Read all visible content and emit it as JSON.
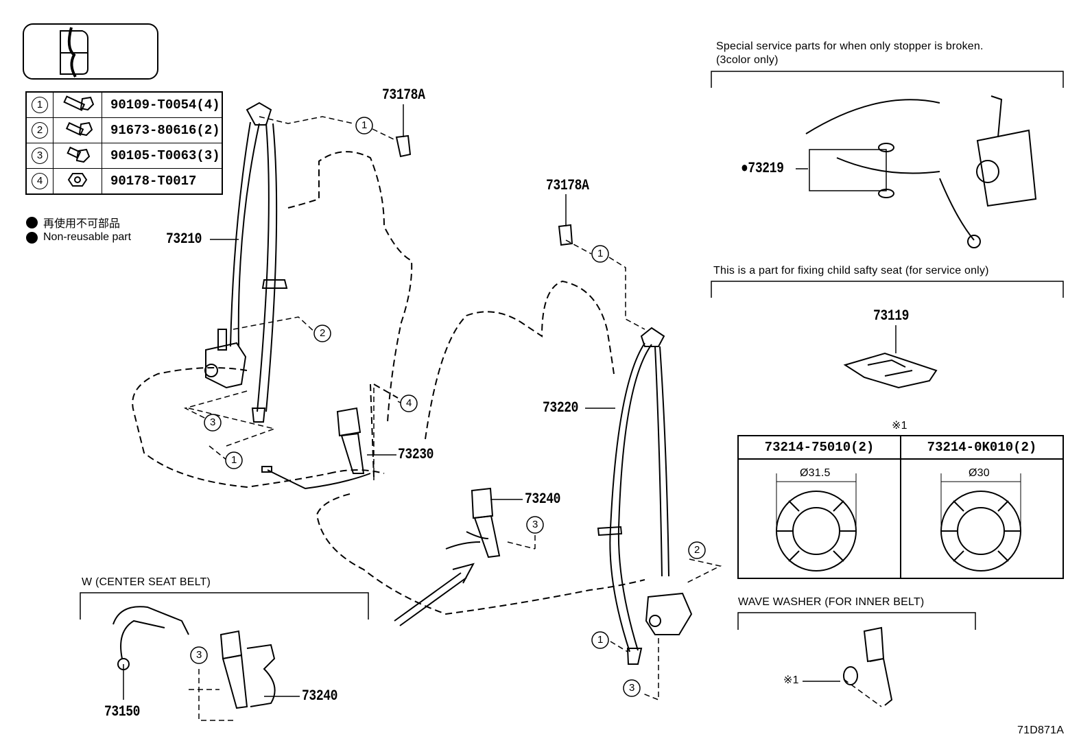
{
  "bolt_table": [
    {
      "num": "1",
      "code": "90109-T0054(4)",
      "icon": "bolt-long-icon"
    },
    {
      "num": "2",
      "code": "91673-80616(2)",
      "icon": "bolt-medium-icon"
    },
    {
      "num": "3",
      "code": "90105-T0063(3)",
      "icon": "bolt-short-icon"
    },
    {
      "num": "4",
      "code": "90178-T0017",
      "icon": "nut-icon"
    }
  ],
  "legend": {
    "jp": "再使用不可部品",
    "en": "Non-reusable part"
  },
  "parts": {
    "p73178A_left": "73178A",
    "p73178A_right": "73178A",
    "p73210": "73210",
    "p73220": "73220",
    "p73230": "73230",
    "p73240_mid": "73240",
    "p73240_bottom": "73240",
    "p73150": "73150",
    "p73219": "●73219",
    "p73119": "73119"
  },
  "callouts": {
    "c1a": "1",
    "c1b": "1",
    "c1c": "1",
    "c1d": "1",
    "c2a": "2",
    "c2b": "2",
    "c3a": "3",
    "c3b": "3",
    "c3c": "3",
    "c3d": "3",
    "c4a": "4"
  },
  "notes": {
    "special_line1": "Special service parts for when only stopper is broken.",
    "special_line2": "(3color only)",
    "child_seat": "This is a part for fixing child safty seat (for service only)",
    "center_belt": "W (CENTER SEAT BELT)",
    "wave_washer": "WAVE WASHER (FOR INNER BELT)",
    "ref_mark_table": "※1",
    "ref_mark_washer": "※1",
    "diagram_id": "71D871A"
  },
  "washer_table": {
    "col1_header": "73214-75010(2)",
    "col2_header": "73214-0K010(2)",
    "col1_dim": "Ø31.5",
    "col2_dim": "Ø30"
  }
}
